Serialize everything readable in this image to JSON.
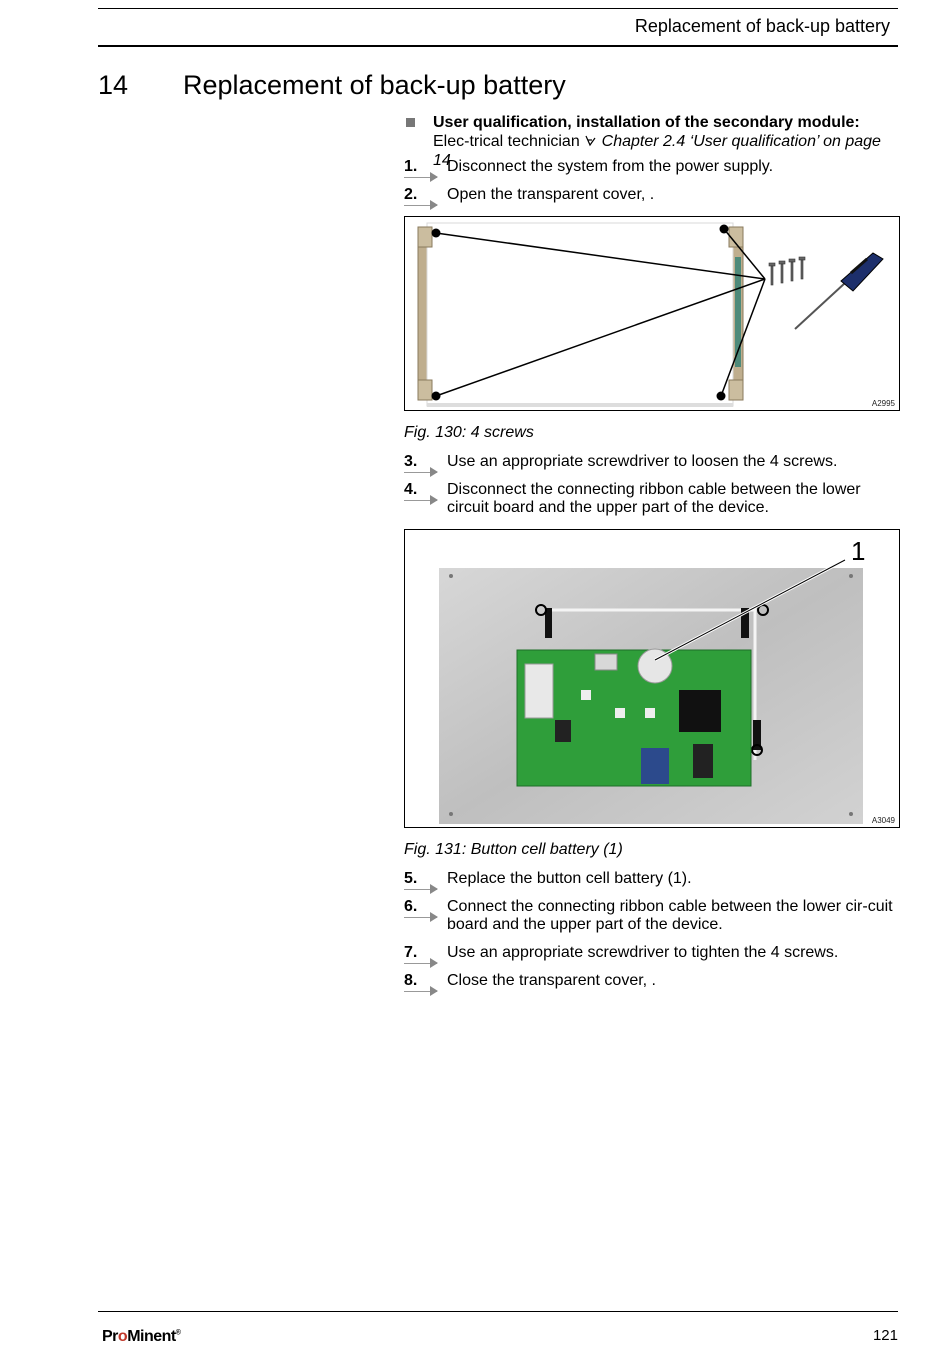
{
  "header": {
    "title": "Replacement of back-up battery"
  },
  "chapter": {
    "number": "14",
    "title": "Replacement of back-up battery"
  },
  "qualification": {
    "label": "User qualification, installation of the secondary module:",
    "role": "Elec-trical technician",
    "link_icon": "reference-arrow-icon",
    "link_text": "Chapter 2.4 ‘User qualification’ on page 14"
  },
  "steps": [
    {
      "num": "1.",
      "text": "Disconnect the system from the power supply."
    },
    {
      "num": "2.",
      "text": "Open the transparent cover, ."
    },
    {
      "num": "3.",
      "text": "Use an appropriate screwdriver to loosen the 4 screws."
    },
    {
      "num": "4.",
      "text": "Disconnect the connecting ribbon cable between the lower circuit board and the upper part of the device."
    },
    {
      "num": "5.",
      "text": "Replace the button cell battery (1)."
    },
    {
      "num": "6.",
      "text": "Connect the connecting ribbon cable between the lower cir-cuit board and the upper part of the device."
    },
    {
      "num": "7.",
      "text": "Use an appropriate screwdriver to tighten the 4 screws."
    },
    {
      "num": "8.",
      "text": "Close the transparent cover, ."
    }
  ],
  "figures": [
    {
      "id": "A2995",
      "caption": "Fig. 130: 4 screws"
    },
    {
      "id": "A3049",
      "caption": "Fig. 131: Button cell battery (1)",
      "callout": "1"
    }
  ],
  "footer": {
    "logo_pro": "Pr",
    "logo_o": "o",
    "logo_minent": "Minent",
    "logo_reg": "®",
    "page_number": "121"
  }
}
